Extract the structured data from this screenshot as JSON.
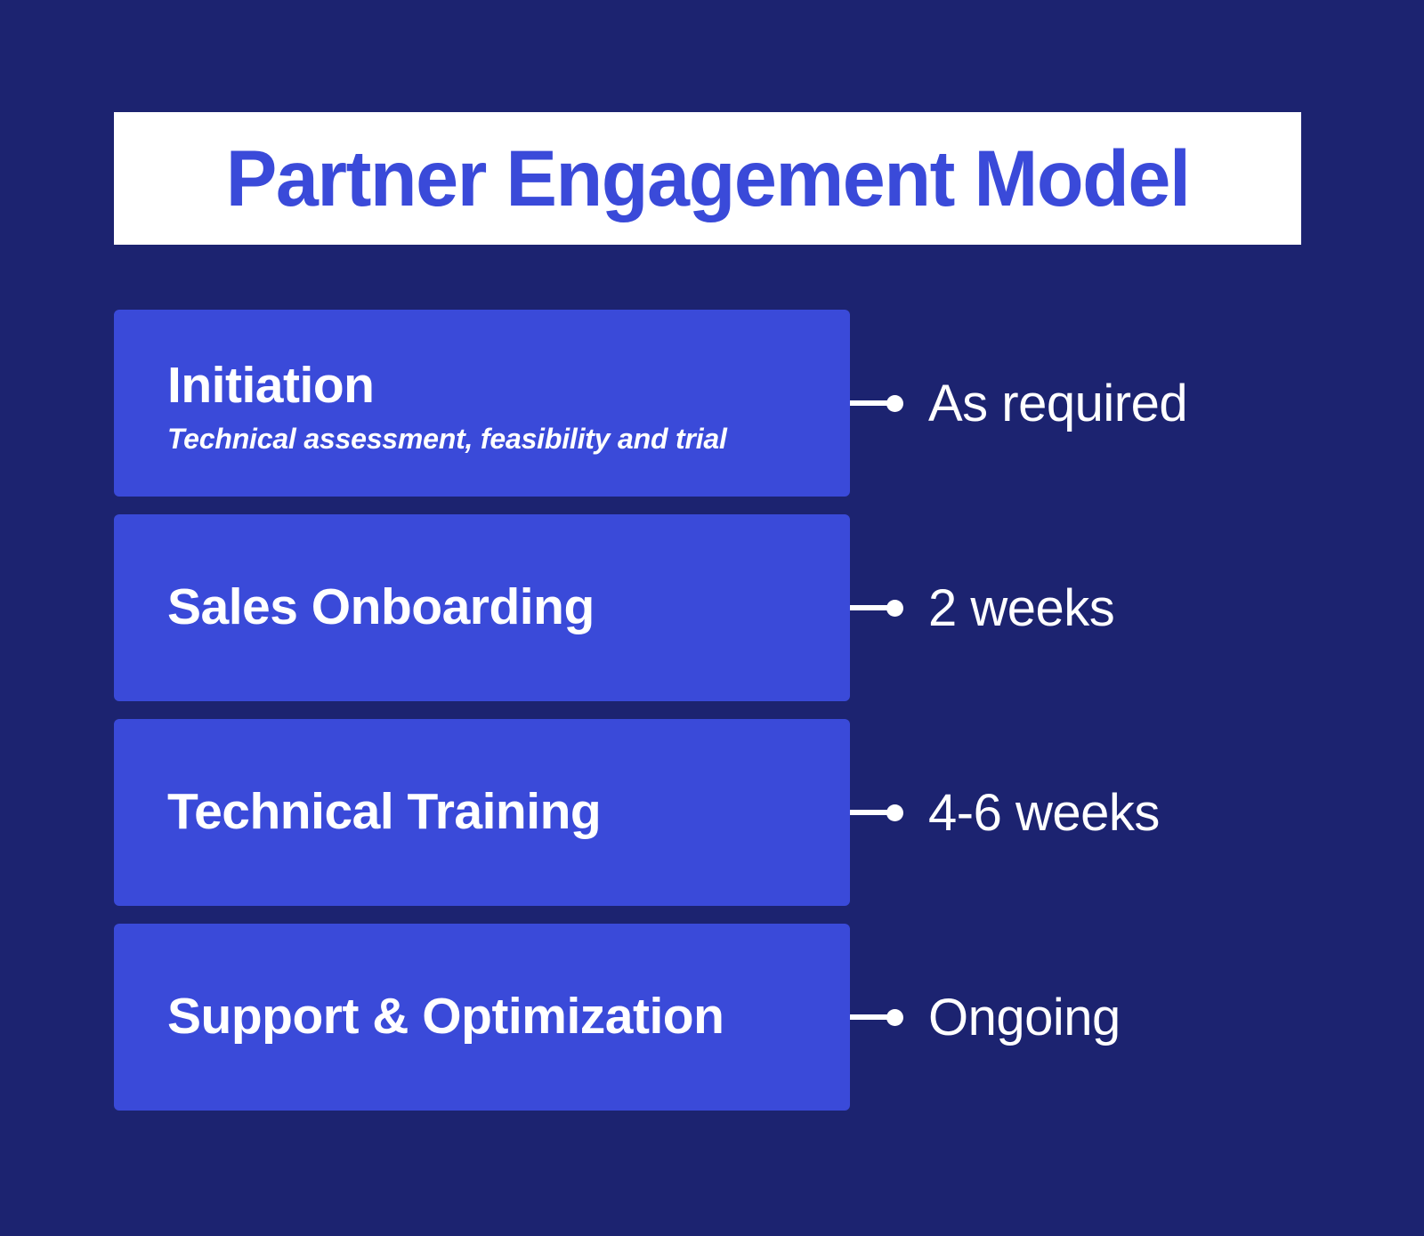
{
  "header": {
    "title": "Partner Engagement Model",
    "background_color": "#ffffff",
    "text_color": "#3a4ad9"
  },
  "theme": {
    "page_background": "#1c2370",
    "box_color": "#3a4ad9",
    "text_on_box": "#ffffff",
    "connector_color": "#ffffff"
  },
  "stages": [
    {
      "name": "Initiation",
      "description": "Technical assessment, feasibility and trial",
      "duration": "As required"
    },
    {
      "name": "Sales Onboarding",
      "description": "",
      "duration": "2 weeks"
    },
    {
      "name": "Technical Training",
      "description": "",
      "duration": "4-6 weeks"
    },
    {
      "name": "Support & Optimization",
      "description": "",
      "duration": "Ongoing"
    }
  ]
}
